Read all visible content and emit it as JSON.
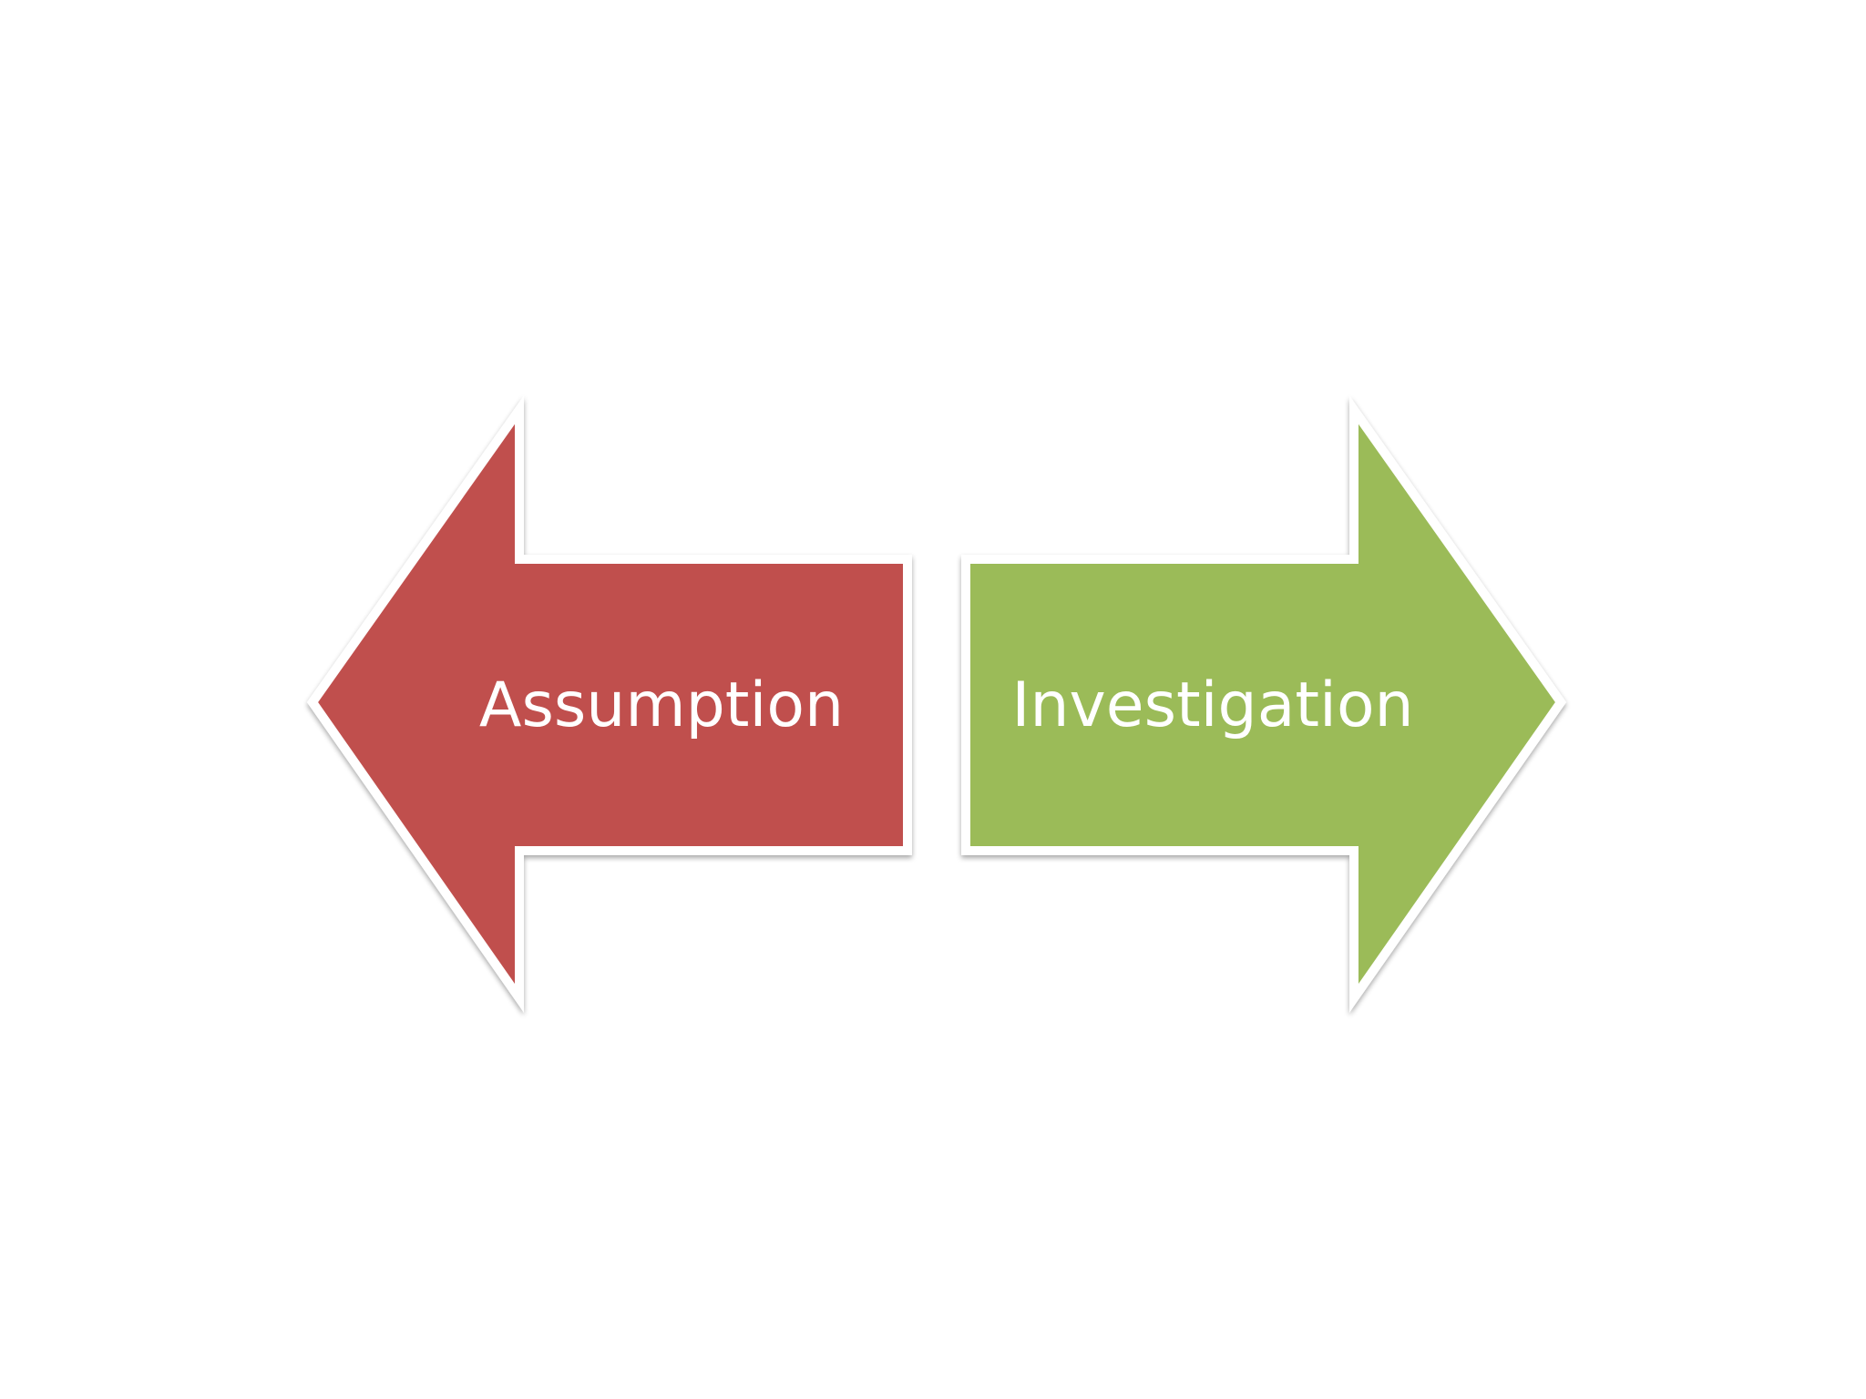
{
  "diagram": {
    "left_arrow": {
      "label": "Assumption",
      "color": "#C0504D",
      "direction": "left"
    },
    "right_arrow": {
      "label": "Investigation",
      "color": "#9BBB59",
      "direction": "right"
    },
    "outline_color": "#FFFFFF"
  }
}
